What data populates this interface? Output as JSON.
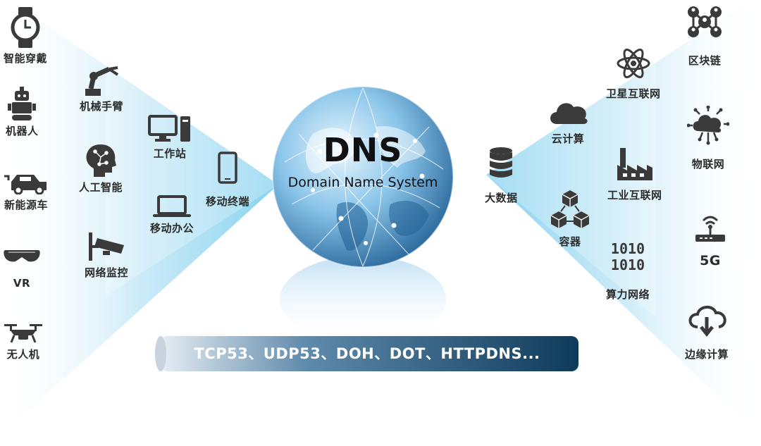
{
  "center": {
    "title": "DNS",
    "subtitle": "Domain Name System"
  },
  "protocols": "TCP53、UDP53、DOH、DOT、HTTPDNS...",
  "left_items": {
    "wearable": "智能穿戴",
    "robot": "机器人",
    "nev": "新能源车",
    "vr": "VR",
    "drone": "无人机",
    "robot_arm": "机械手臂",
    "ai": "人工智能",
    "surveillance": "网络监控",
    "workstation": "工作站",
    "mobile_office": "移动办公",
    "mobile_terminal": "移动终端"
  },
  "right_items": {
    "blockchain": "区块链",
    "iot": "物联网",
    "g5": "5G",
    "edge": "边缘计算",
    "satellite": "卫星互联网",
    "industrial": "工业互联网",
    "computing_net": "算力网络",
    "cloud": "云计算",
    "bigdata": "大数据",
    "container": "容器"
  },
  "colors": {
    "icon": "#3a3a3a",
    "ray": "#7fd0ef",
    "globe_light": "#d6eefb",
    "globe_dark": "#2a6a9e",
    "pipe_light": "#dfe7ee",
    "pipe_dark": "#123f60"
  }
}
